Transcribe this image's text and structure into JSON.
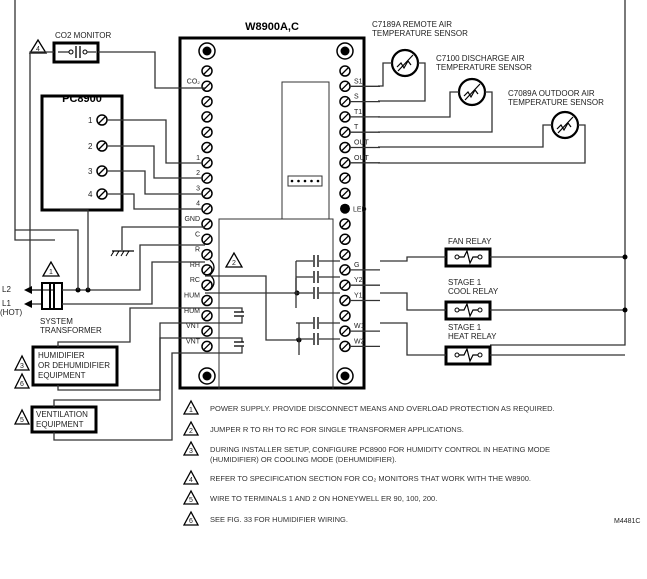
{
  "diagram": {
    "controller": {
      "title": "W8900A,C",
      "left_terminals": [
        "",
        "CO2",
        "",
        "",
        "",
        "",
        "1",
        "2",
        "3",
        "4",
        "GND",
        "C",
        "R",
        "RH",
        "RC",
        "HUM",
        "HUM",
        "VNT",
        "VNT"
      ],
      "right_terminals": [
        "",
        "S1",
        "S",
        "T1",
        "T",
        "OUT",
        "OUT",
        "",
        "",
        "LED",
        "",
        "",
        "",
        "G",
        "Y2",
        "Y1",
        "",
        "W1",
        "W2"
      ]
    },
    "co2_monitor": {
      "label": "CO2 MONITOR",
      "note_ref": "4"
    },
    "pc8900": {
      "title": "PC8900",
      "terminals": [
        "1",
        "2",
        "3",
        "4"
      ]
    },
    "sensors": [
      {
        "line1": "C7189A REMOTE AIR",
        "line2": "TEMPERATURE SENSOR"
      },
      {
        "line1": "C7100 DISCHARGE AIR",
        "line2": "TEMPERATURE SENSOR"
      },
      {
        "line1": "C7089A OUTDOOR AIR",
        "line2": "TEMPERATURE SENSOR"
      }
    ],
    "transformer": {
      "l2": "L2",
      "l1": "L1",
      "hot": "(HOT)",
      "label1": "SYSTEM",
      "label2": "TRANSFORMER",
      "note_ref": "1"
    },
    "humidifier": {
      "lines": [
        "HUMIDIFIER",
        "OR DEHUMIDIFIER",
        "EQUIPMENT"
      ],
      "note_refs": [
        "3",
        "6"
      ]
    },
    "ventilation": {
      "lines": [
        "VENTILATION",
        "EQUIPMENT"
      ],
      "note_ref": "5"
    },
    "jumper_ref": "2",
    "relays": [
      {
        "line1": "FAN RELAY",
        "line2": ""
      },
      {
        "line1": "STAGE 1",
        "line2": "COOL RELAY"
      },
      {
        "line1": "STAGE 1",
        "line2": "HEAT RELAY"
      }
    ],
    "notes": [
      {
        "num": "1",
        "lines": [
          "POWER SUPPLY. PROVIDE DISCONNECT MEANS AND OVERLOAD PROTECTION  AS REQUIRED."
        ]
      },
      {
        "num": "2",
        "lines": [
          "JUMPER R TO RH TO RC FOR SINGLE TRANSFORMER APPLICATIONS."
        ]
      },
      {
        "num": "3",
        "lines": [
          "DURING INSTALLER SETUP, CONFIGURE PC8900 FOR HUMIDITY CONTROL IN HEATING MODE",
          "(HUMIDIFIER) OR COOLING MODE (DEHUMIDIFIER)."
        ]
      },
      {
        "num": "4",
        "lines": [
          "REFER TO SPECIFICATION SECTION FOR CO2 MONITORS THAT WORK WITH THE W8900."
        ]
      },
      {
        "num": "5",
        "lines": [
          "WIRE TO TERMINALS 1 AND 2 ON HONEYWELL ER 90, 100, 200."
        ]
      },
      {
        "num": "6",
        "lines": [
          "SEE FIG. 33 FOR HUMIDIFIER WIRING."
        ]
      }
    ],
    "figure_id": "M4481C"
  }
}
